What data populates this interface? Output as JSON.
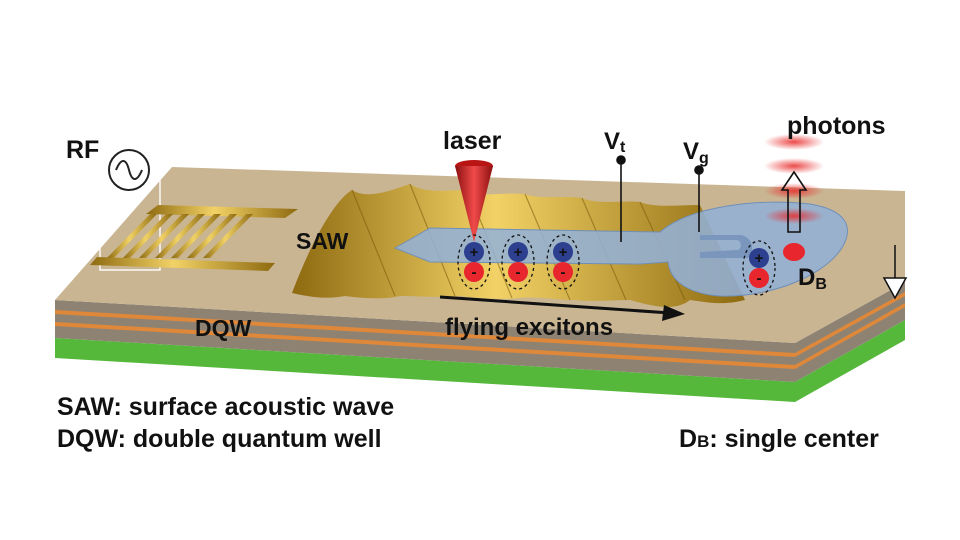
{
  "labels": {
    "rf": "RF",
    "saw": "SAW",
    "dqw": "DQW",
    "laser": "laser",
    "vt_main": "V",
    "vt_sub": "t",
    "vg_main": "V",
    "vg_sub": "g",
    "photons": "photons",
    "db_main": "D",
    "db_sub": "B",
    "flying_excitons": "flying excitons",
    "plus": "+",
    "minus": "-"
  },
  "legend": {
    "saw_line": "SAW: surface acoustic wave",
    "dqw_line": "DQW: double quantum well",
    "db_main": "D",
    "db_sub": "B",
    "db_rest": ": single center"
  },
  "colors": {
    "substrate_top": "#c9b592",
    "well_layer": "#e0883a",
    "base_layer": "#55b83b",
    "gold": "#c99a22",
    "channel": "#93b1d6",
    "hole": "#2d3f8f",
    "electron": "#e8262d",
    "laser": "#d21e1e"
  }
}
